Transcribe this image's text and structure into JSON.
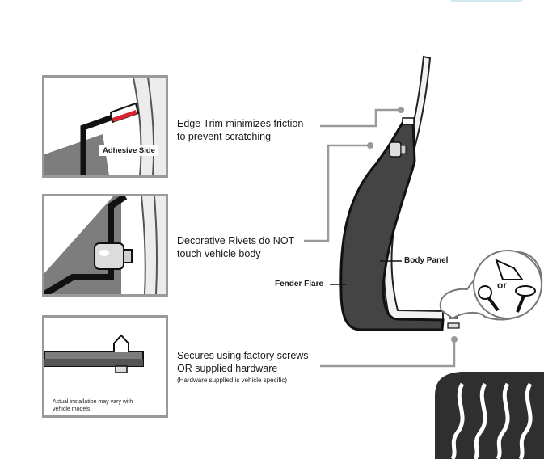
{
  "panels": {
    "edge_trim": {
      "tag": "Adhesive Side"
    },
    "hardware": {
      "note_line1": "Actual installation may vary with",
      "note_line2": "vehicle models"
    }
  },
  "captions": {
    "edge_trim_line1": "Edge Trim minimizes friction",
    "edge_trim_line2": "to prevent scratching",
    "rivets_line1": "Decorative Rivets do NOT",
    "rivets_line2": "touch vehicle body",
    "secures_line1": "Secures using factory screws",
    "secures_line2": "OR supplied hardware",
    "secures_note": "(Hardware supplied is vehicle specific)"
  },
  "labels": {
    "body_panel": "Body Panel",
    "fender_flare": "Fender Flare",
    "or": "or"
  },
  "colors": {
    "flare": "#444444",
    "outline": "#111111",
    "panel_border": "#9a9a9a",
    "leader": "#9a9a9a",
    "trim_red": "#d9232e",
    "tire": "#2f2f2f"
  }
}
